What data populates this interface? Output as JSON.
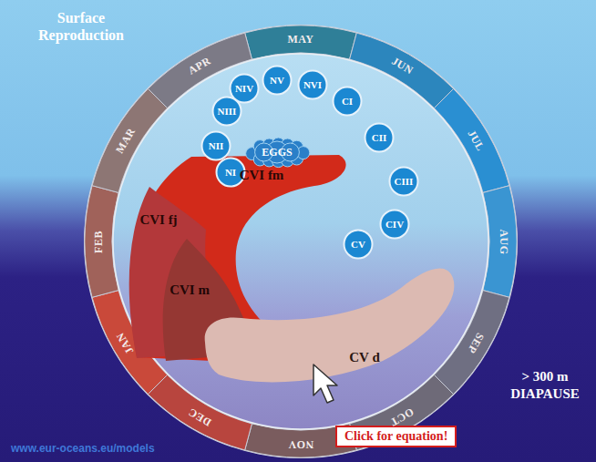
{
  "diagram": {
    "nodes": [
      {
        "text": [
          "EGGS"
        ]
      },
      {
        "text": [
          "NI"
        ]
      },
      {
        "text": [
          "NII"
        ]
      },
      {
        "text": [
          "NIII"
        ]
      },
      {
        "text": [
          "NIV"
        ]
      },
      {
        "text": [
          "NV"
        ]
      },
      {
        "text": [
          "NVI"
        ]
      },
      {
        "text": [
          "CI"
        ]
      },
      {
        "text": [
          "CII"
        ]
      },
      {
        "text": [
          "CIII"
        ]
      },
      {
        "text": [
          "CIV"
        ]
      },
      {
        "text": [
          "CV"
        ]
      },
      {
        "text": [
          "CVI fm"
        ]
      },
      {
        "text": [
          "CVI fj"
        ]
      },
      {
        "text": [
          "CVI m"
        ]
      },
      {
        "text": [
          "CV d"
        ]
      }
    ],
    "labels": [
      "Surface Reproduction",
      "> 300 m DIAPAUSE",
      "www.eur-oceans.eu/models",
      "Click for equation!",
      "MAY",
      "JUN",
      "JUL",
      "AUG",
      "SEP",
      "OCT",
      "NOV",
      "DEC",
      "JAN",
      "FEB",
      "MAR",
      "APR"
    ]
  }
}
